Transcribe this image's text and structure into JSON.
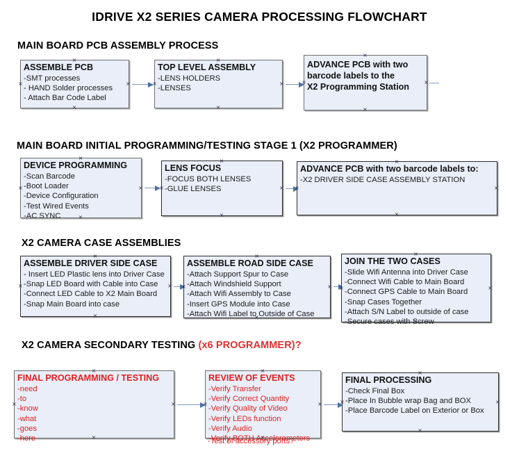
{
  "title": "IDRIVE X2  SERIES CAMERA PROCESSING FLOWCHART",
  "colors": {
    "box_fill": "#e9eef8",
    "box_border": "#6f6f6f",
    "connector": "#7d97b8",
    "accent_red": "#e02020",
    "text": "#111111"
  },
  "sections": [
    {
      "id": "main-board-pcb-assembly",
      "heading": "MAIN BOARD PCB ASSEMBLY PROCESS",
      "heading_red": "",
      "boxes": [
        {
          "id": "assemble-pcb",
          "title": "ASSEMBLE PCB",
          "items": [
            "-SMT processes",
            "- HAND Solder processes",
            "- Attach Bar Code Label"
          ]
        },
        {
          "id": "top-level-assembly",
          "title": "TOP LEVEL ASSEMBLY",
          "items": [
            "-LENS HOLDERS",
            "-LENSES"
          ]
        },
        {
          "id": "advance-pcb-programming-station",
          "title": "ADVANCE PCB with two",
          "items": [
            "barcode labels to the",
            " X2 Programming Station"
          ]
        }
      ]
    },
    {
      "id": "initial-programming-testing",
      "heading": "MAIN BOARD INITIAL PROGRAMMING/TESTING STAGE 1 (X2 PROGRAMMER)",
      "heading_red": "",
      "boxes": [
        {
          "id": "device-programming",
          "title": "DEVICE PROGRAMMING",
          "items": [
            "-Scan Barcode",
            "-Boot Loader",
            "-Device Configuration",
            "-Test Wired Events",
            "-AC SYNC"
          ]
        },
        {
          "id": "lens-focus",
          "title": "LENS FOCUS",
          "items": [
            "-FOCUS BOTH LENSES",
            "-GLUE LENSES"
          ]
        },
        {
          "id": "advance-pcb-driver-side-case",
          "title": "ADVANCE PCB with two barcode labels to:",
          "items": [
            "-X2 DRIVER  SIDE  CASE  ASSEMBLY STATION"
          ]
        }
      ]
    },
    {
      "id": "camera-case-assemblies",
      "heading": "X2 CAMERA CASE ASSEMBLIES",
      "heading_red": "",
      "boxes": [
        {
          "id": "assemble-driver-side-case",
          "title": "ASSEMBLE DRIVER SIDE CASE",
          "items": [
            "- Insert LED Plastic lens into Driver Case",
            "-Snap LED Board with Cable into Case",
            "-Connect LED Cable to X2 Main Board",
            "-Snap Main Board into case"
          ]
        },
        {
          "id": "assemble-road-side-case",
          "title": "ASSEMBLE ROAD SIDE CASE",
          "items": [
            "-Attach Support Spur to Case",
            "-Attach Windshield Support",
            "-Attach Wifi Assembly to Case",
            "-Insert GPS Module into Case",
            "-Attach Wifi Label to Outside of Case"
          ]
        },
        {
          "id": "join-the-two-cases",
          "title": "JOIN THE TWO CASES",
          "items": [
            "-Slide Wifi Antenna into Driver Case",
            "-Connect Wifi Cable to Main Board",
            "-Connect GPS Cable to Main Board",
            "-Snap Cases Together",
            "-Attach S/N Label to outside of case",
            "-Secure cases with Screw"
          ]
        }
      ]
    },
    {
      "id": "secondary-testing",
      "heading": "X2 CAMERA SECONDARY TESTING ",
      "heading_red": "(x6 PROGRAMMER)?",
      "boxes": [
        {
          "id": "final-programming-testing",
          "title": "FINAL PROGRAMMING / TESTING",
          "items": [
            "-need",
            "-to",
            "-know",
            "-what",
            "-goes",
            "-here"
          ]
        },
        {
          "id": "review-of-events",
          "title": "REVIEW OF EVENTS",
          "items": [
            "-Verify Transfer",
            "-Verify Correct Quantity",
            "-Verify Quality of Video",
            "-Verify LEDs function",
            "-Verify Audio",
            "-Verify BOTH Accelerometers"
          ],
          "overflow_item": "-Test of accessory ports?"
        },
        {
          "id": "final-processing",
          "title": "FINAL PROCESSING",
          "items": [
            "-Check Final Box",
            "-Place In Bubble wrap Bag and BOX",
            "-Place Barcode Label on Exterior or Box"
          ]
        }
      ]
    }
  ]
}
